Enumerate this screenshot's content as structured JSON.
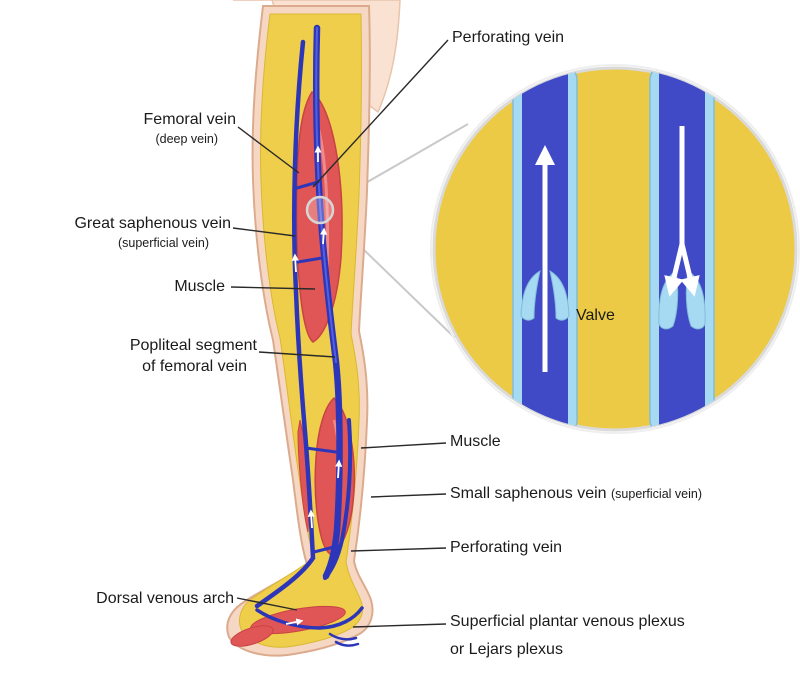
{
  "labels": {
    "perforating_vein_top": "Perforating vein",
    "femoral_vein": "Femoral vein",
    "femoral_vein_type": "(deep vein)",
    "great_saphenous_vein": "Great saphenous vein",
    "great_saphenous_vein_type": "(superficial vein)",
    "muscle_upper": "Muscle",
    "popliteal_segment_line1": "Popliteal segment",
    "popliteal_segment_line2": "of femoral vein",
    "muscle_lower": "Muscle",
    "small_saphenous_vein": "Small saphenous vein",
    "small_saphenous_vein_type": "(superficial vein)",
    "perforating_vein_lower": "Perforating vein",
    "dorsal_venous_arch": "Dorsal venous arch",
    "plantar_plexus_line1": "Superficial plantar venous plexus",
    "plantar_plexus_line2": "or Lejars plexus",
    "valve": "Valve"
  },
  "colors": {
    "skin": "#f6d7c3",
    "skin_outline": "#dcab8e",
    "fat_yellow": "#efce4b",
    "muscle_red": "#e05555",
    "vein_blue": "#2d36b8",
    "vein_wall_light_blue": "#a6d9f2",
    "vein_lumen_blue": "#4049c6",
    "inset_background": "#ecca46",
    "arrow_white": "#ffffff",
    "label_text": "#1b1b1b"
  }
}
